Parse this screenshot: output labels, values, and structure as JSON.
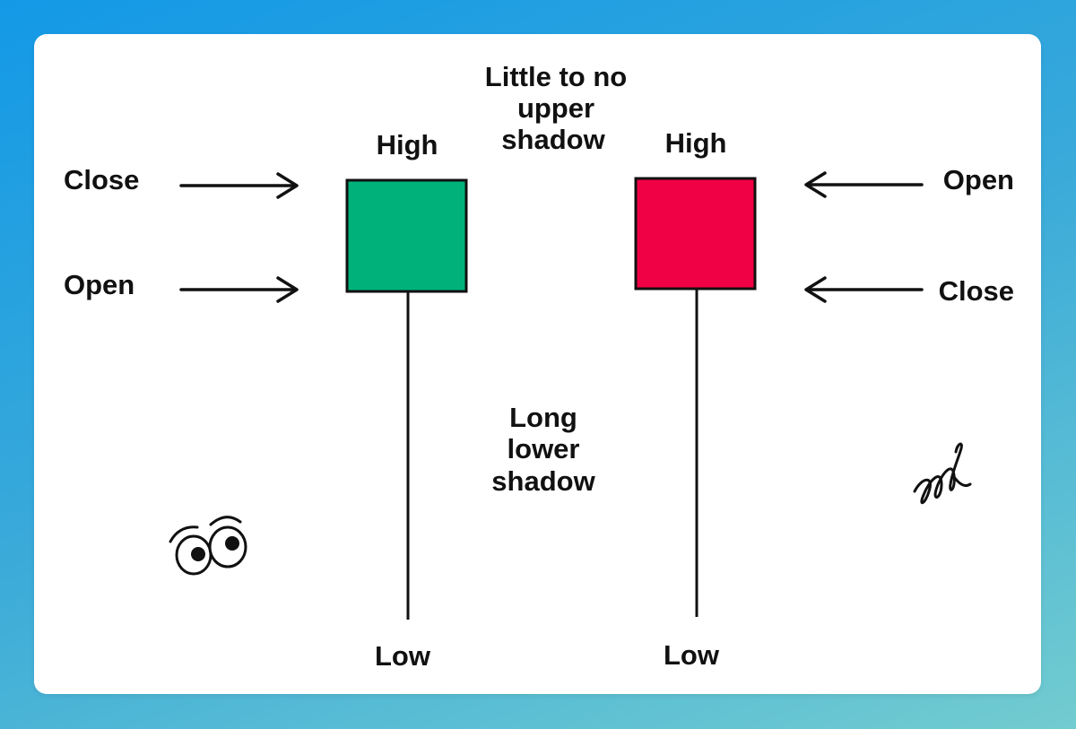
{
  "colors": {
    "bullish_body": "#00b27a",
    "bearish_body": "#f00044",
    "background_gradient_start": "#1399e6",
    "background_gradient_end": "#72ccd0"
  },
  "top_annotation": [
    "Little to no",
    "upper",
    "shadow"
  ],
  "middle_annotation": [
    "Long",
    "lower",
    "shadow"
  ],
  "green_candle": {
    "high_label": "High",
    "low_label": "Low",
    "close_label": "Close",
    "open_label": "Open"
  },
  "red_candle": {
    "high_label": "High",
    "low_label": "Low",
    "open_label": "Open",
    "close_label": "Close"
  },
  "decorations": [
    "googly-eyes-icon",
    "scribble-icon"
  ]
}
